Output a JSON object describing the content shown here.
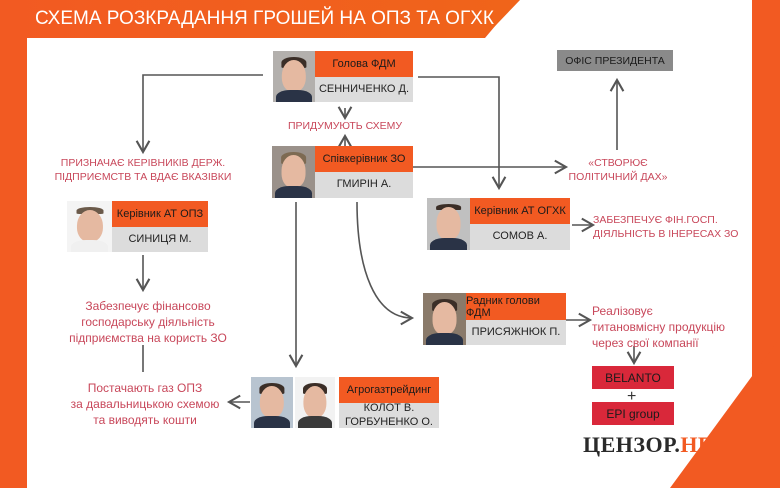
{
  "header": {
    "title": "СХЕМА РОЗКРАДАННЯ ГРОШЕЙ НА ОПЗ ТА ОГХК"
  },
  "colors": {
    "accent": "#f25a22",
    "note_text": "#c8475a",
    "name_bg": "#dcdcdc",
    "company_box": "#d9283a",
    "office_box": "#8a8a8a"
  },
  "nodes": {
    "head_fdm": {
      "role": "Голова ФДМ",
      "name": "СЕННИЧЕНКО Д."
    },
    "co_head_zo": {
      "role": "Співкерівник ЗО",
      "name": "ГМИРІН А."
    },
    "head_opz": {
      "role": "Керівник АТ ОПЗ",
      "name": "СИНИЦЯ М."
    },
    "head_oghk": {
      "role": "Керівник АТ ОГХК",
      "name": "СОМОВ А."
    },
    "advisor_fdm": {
      "role": "Радник голови ФДМ",
      "name": "ПРИСЯЖНЮК П."
    },
    "agrogas": {
      "role": "Агрогазтрейдинг",
      "name_line1": "КОЛОТ В.",
      "name_line2": "ГОРБУНЕНКО О."
    },
    "president_office": {
      "label": "ОФІС ПРЕЗИДЕНТА"
    }
  },
  "notes": {
    "invent_scheme": "ПРИДУМУЮТЬ СХЕМУ",
    "appoints_line1": "ПРИЗНАЧАЄ КЕРІВНИКІВ ДЕРЖ.",
    "appoints_line2": "ПІДПРИЄМСТВ ТА ВДАЄ ВКАЗІВКИ",
    "political_roof_line1": "«СТВОРЮЄ",
    "political_roof_line2": "ПОЛІТИЧНИЙ ДАХ»",
    "oghk_activity_line1": "ЗАБЕЗПЕЧУЄ ФІН.ГОСП.",
    "oghk_activity_line2": "ДІЯЛЬНІСТЬ В ІНЕРЕСАХ ЗО",
    "opz_activity_line1": "Забезпечує фінансово",
    "opz_activity_line2": "господарську діяльність",
    "opz_activity_line3": "підприємства на користь ЗО",
    "gas_line1": "Постачають газ ОПЗ",
    "gas_line2": "за давальницькою схемою",
    "gas_line3": "та виводять кошти",
    "titanium_line1": "Реалізовує",
    "titanium_line2": "титановмісну продукцію",
    "titanium_line3": "через свої компанії"
  },
  "companies": {
    "first": "BELANTO",
    "plus": "+",
    "second": "EPI group"
  },
  "logo": {
    "part1": "ЦЕНЗОР",
    "dot": ".",
    "part2": "НЕТ"
  }
}
